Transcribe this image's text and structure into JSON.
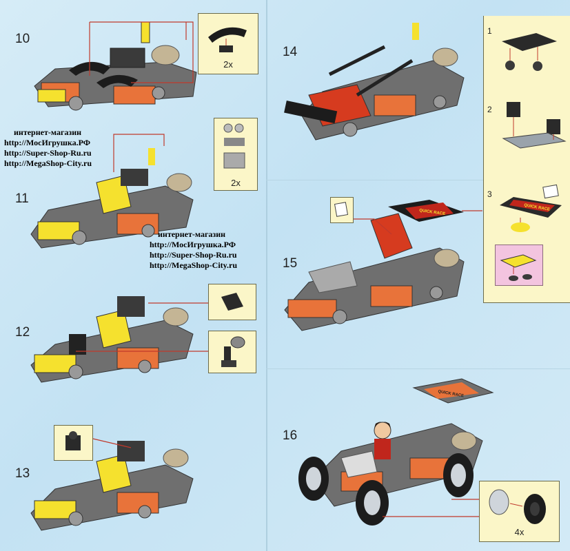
{
  "steps": {
    "s10": {
      "number": "10",
      "callout_qty": "2x"
    },
    "s11": {
      "number": "11",
      "callout_qty": "2x"
    },
    "s12": {
      "number": "12"
    },
    "s13": {
      "number": "13"
    },
    "s14": {
      "number": "14"
    },
    "s15": {
      "number": "15"
    },
    "s16": {
      "number": "16",
      "callout_qty": "4x"
    }
  },
  "substeps": [
    "1",
    "2",
    "3"
  ],
  "spoiler_print": "QUICK RACE",
  "ads": [
    {
      "lines": [
        "интернет-магазин",
        "http://МосИгрушка.РФ",
        "http://Super-Shop-Ru.ru",
        "http://MegaShop-City.ru"
      ]
    },
    {
      "lines": [
        "интернет-магазин",
        "http://МосИгрушка.РФ",
        "http://Super-Shop-Ru.ru",
        "http://MegaShop-City.ru"
      ]
    }
  ],
  "colors": {
    "callout": "#fbf6c8",
    "background": "#cfe7f4",
    "arrow": "#c0392b",
    "orange": "#e8733a",
    "grey": "#6f6f6f",
    "yellow": "#f5e12e"
  }
}
